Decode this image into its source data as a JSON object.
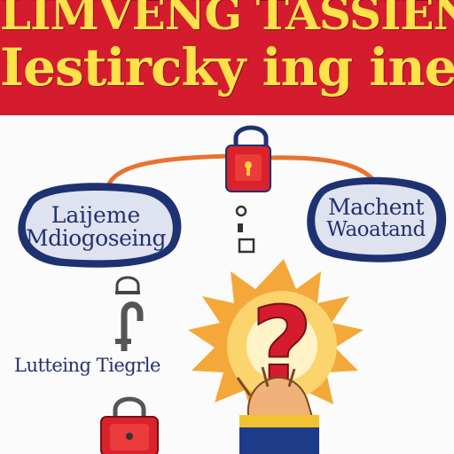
{
  "banner": {
    "line1": "LIMVENG TASSIEN",
    "line2": "Iestircky ing ine Earnkiy",
    "background": "#d51c2e",
    "text_color": "#ffe24a"
  },
  "left_bubble": {
    "line1": "Laijeme",
    "line2": "Mdiogoseing"
  },
  "right_bubble": {
    "line1": "Machent",
    "line2": "Waoatand"
  },
  "bottom_label": {
    "text": "Lutteing Tiegrle"
  },
  "colors": {
    "connector": "#e8732e",
    "bubble_fill": "#1e3272",
    "bubble_inner": "#dfe3ef",
    "lock": "#d9222b",
    "burst": "#f4a83a",
    "question_mark": "#d51c2e"
  },
  "icons": [
    "padlock-icon",
    "padlock-icon",
    "question-mark-icon",
    "sunburst-icon",
    "hand-icon"
  ]
}
